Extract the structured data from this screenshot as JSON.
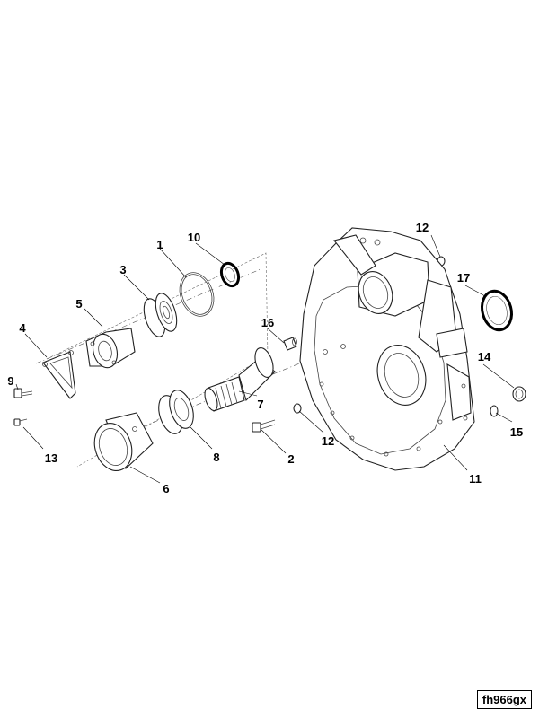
{
  "callouts": {
    "c1": "1",
    "c2": "2",
    "c3": "3",
    "c4": "4",
    "c5": "5",
    "c6": "6",
    "c7": "7",
    "c8": "8",
    "c9": "9",
    "c10": "10",
    "c11": "11",
    "c12a": "12",
    "c12b": "12",
    "c13": "13",
    "c14": "14",
    "c15": "15",
    "c16": "16",
    "c17": "17"
  },
  "figure_code": "fh966gx"
}
